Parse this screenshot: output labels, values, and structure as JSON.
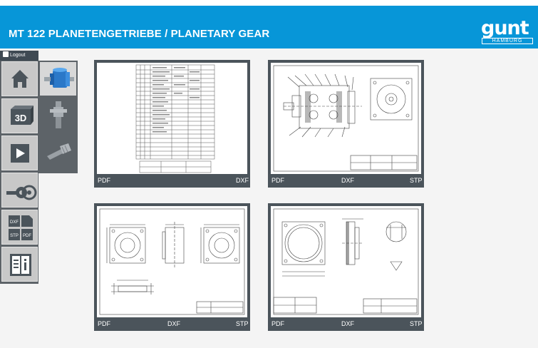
{
  "header": {
    "title": "MT 122 PLANETENGETRIEBE / PLANETARY GEAR",
    "logo_text": "gunt",
    "logo_sub": "HAMBURG",
    "color": "#0796d8"
  },
  "logout": {
    "label": "Logout"
  },
  "sidebar": {
    "items": [
      {
        "name": "home",
        "icon": "home-icon"
      },
      {
        "name": "3d",
        "icon": "3d-cube-icon",
        "label": "3D"
      },
      {
        "name": "video",
        "icon": "play-icon"
      },
      {
        "name": "drawings",
        "icon": "drawing-gear-icon"
      },
      {
        "name": "files",
        "icon": "file-formats-icon",
        "labels": [
          "DXF",
          "STP",
          "PDF"
        ]
      },
      {
        "name": "info",
        "icon": "info-book-icon"
      }
    ]
  },
  "subnav": {
    "items": [
      {
        "name": "gear-assembly",
        "icon": "gearbox-thumbnail-icon",
        "active": true
      },
      {
        "name": "shaft-part",
        "icon": "shaft-thumbnail-icon",
        "active": false
      },
      {
        "name": "pinion-part",
        "icon": "pinion-thumbnail-icon",
        "active": false
      }
    ]
  },
  "cards": [
    {
      "name": "parts-list",
      "labels": [
        "PDF",
        "DXF"
      ]
    },
    {
      "name": "assembly-drawing",
      "labels": [
        "PDF",
        "DXF",
        "STP"
      ]
    },
    {
      "name": "housing-drawing",
      "labels": [
        "PDF",
        "DXF",
        "STP"
      ]
    },
    {
      "name": "flange-drawing",
      "labels": [
        "PDF",
        "DXF",
        "STP"
      ]
    }
  ]
}
